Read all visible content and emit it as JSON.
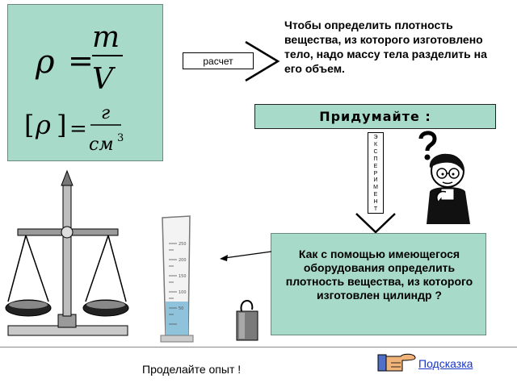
{
  "formula": {
    "rho": "ρ",
    "equals": "=",
    "numerator": "m",
    "denominator": "V",
    "unit_rho": "ρ",
    "unit_numerator": "г",
    "unit_denominator": "см",
    "unit_exponent": "3"
  },
  "rule_text": "Чтобы определить плотность вещества, из которого изготовлено тело, надо массу тела разделить на его объем.",
  "calc_label": "расчет",
  "invent_label": "Придумайте :",
  "experiment_letters": [
    "Э",
    "К",
    "С",
    "П",
    "Е",
    "Р",
    "И",
    "М",
    "Е",
    "Н",
    "Т"
  ],
  "question_text": "Как с помощью имеющегося оборудования определить плотность вещества, из которого изготовлен цилиндр ?",
  "bottom_text": "Проделайте опыт !",
  "hint_link": "Подсказка",
  "cylinder_marks": [
    "250",
    "200",
    "150",
    "100",
    "50"
  ],
  "colors": {
    "panel": "#a7dac8",
    "link": "#1a35c8",
    "water": "#8ec3db"
  },
  "icons": [
    "arrow-right-icon",
    "arrow-down-icon",
    "question-mark-icon",
    "pointing-hand-icon",
    "thinking-professor-icon",
    "balance-scale-icon",
    "measuring-cylinder-icon",
    "metal-weight-icon"
  ]
}
